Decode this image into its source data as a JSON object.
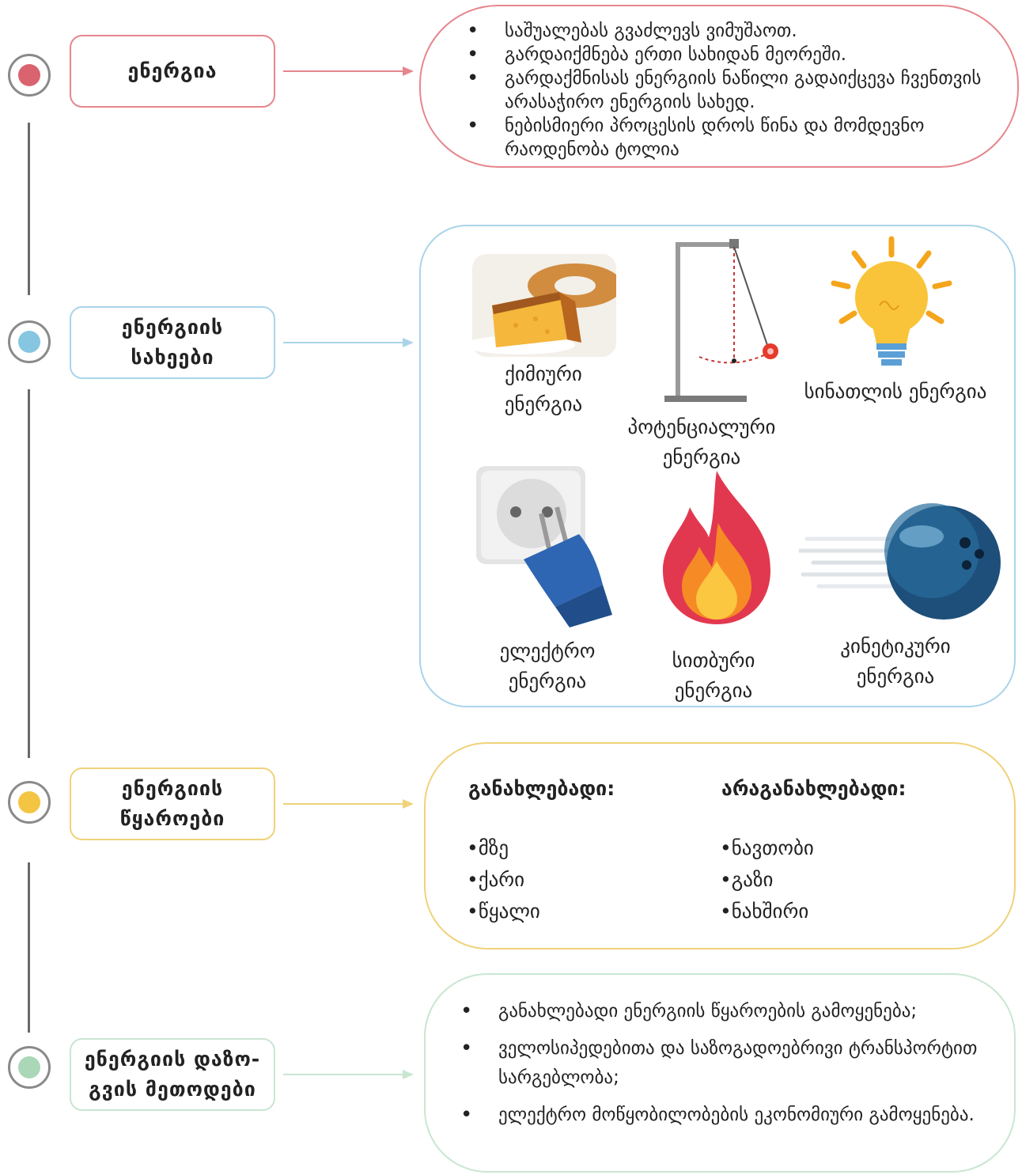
{
  "colors": {
    "red": "#d9646f",
    "blue": "#86c6e0",
    "yellow": "#f4c542",
    "green": "#a9d7b7",
    "red_border": "#e6868d",
    "blue_border": "#a9d4ea",
    "yellow_border": "#f0d27a",
    "green_border": "#c9e6d1"
  },
  "sections": [
    {
      "title": "ენერგია",
      "bullets": [
        "საშუალებას გვაძლევს ვიმუშაოთ.",
        "გარდაიქმნება ერთი სახიდან მეორეში.",
        "გარდაქმნისას ენერგიის ნაწილი გადაიქცევა ჩვენთვის არასაჭირო ენერგიის სახედ.",
        "ნებისმიერი პროცესის დროს წინა და მომდევნო რაოდენობა ტოლია"
      ]
    },
    {
      "title_line1": "ენერგიის",
      "title_line2": "სახეები",
      "types": [
        {
          "icon": "cake-icon",
          "line1": "ქიმიური",
          "line2": "ენერგია"
        },
        {
          "icon": "pendulum-icon",
          "line1": "პოტენციალური",
          "line2": "ენერგია"
        },
        {
          "icon": "light-bulb-icon",
          "line1": "სინათლის ენერგია",
          "line2": ""
        },
        {
          "icon": "power-plug-icon",
          "line1": "ელექტრო",
          "line2": "ენერგია"
        },
        {
          "icon": "flame-icon",
          "line1": "სითბური",
          "line2": "ენერგია"
        },
        {
          "icon": "bowling-ball-icon",
          "line1": "კინეტიკური",
          "line2": "ენერგია"
        }
      ]
    },
    {
      "title_line1": "ენერგიის",
      "title_line2": "წყაროები",
      "renewable_heading": "განახლებადი:",
      "renewable": [
        "მზე",
        "ქარი",
        "წყალი"
      ],
      "nonrenewable_heading": "არაგანახლებადი:",
      "nonrenewable": [
        "ნავთობი",
        "გაზი",
        "ნახშირი"
      ]
    },
    {
      "title_line1": "ენერგიის დაზო-",
      "title_line2": "გვის მეთოდები",
      "bullets": [
        "განახლებადი ენერგიის წყაროების გამოყენება;",
        "ველოსიპედებითა და საზოგადოებრივი ტრანსპორტით სარგებლობა;",
        "ელექტრო მოწყობილობების ეკონომიური გამოყენება."
      ]
    }
  ]
}
